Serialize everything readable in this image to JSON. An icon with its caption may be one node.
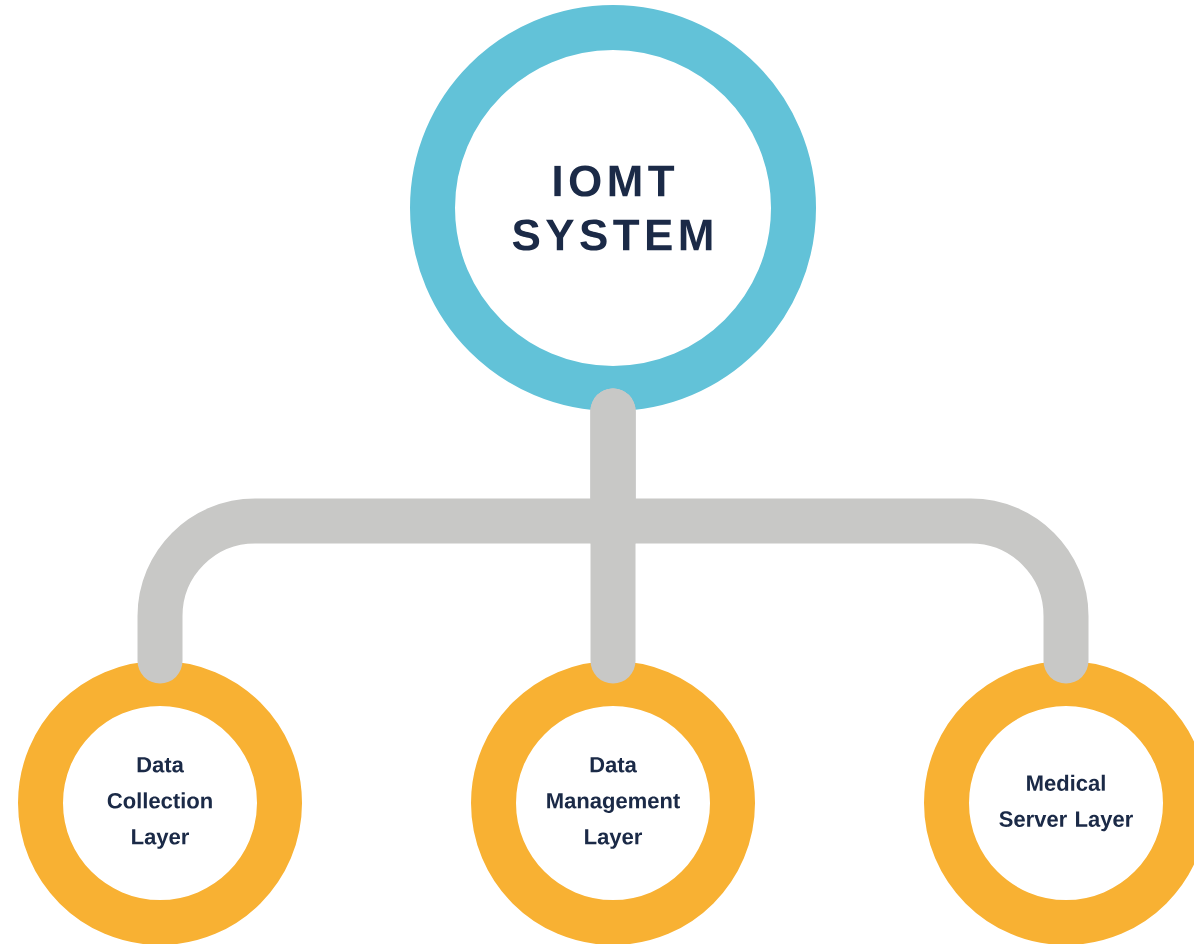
{
  "diagram": {
    "nodes": [
      {
        "text": [
          "IOMT SYSTEM"
        ]
      },
      {
        "text": [
          "Data Collection Layer"
        ]
      },
      {
        "text": [
          "Data Management Layer"
        ]
      },
      {
        "text": [
          "Medical Server Layer"
        ]
      }
    ],
    "edges": [
      {
        "from": 0,
        "to": 1,
        "arrow": "none"
      },
      {
        "from": 0,
        "to": 2,
        "arrow": "none"
      },
      {
        "from": 0,
        "to": 3,
        "arrow": "none"
      }
    ]
  }
}
